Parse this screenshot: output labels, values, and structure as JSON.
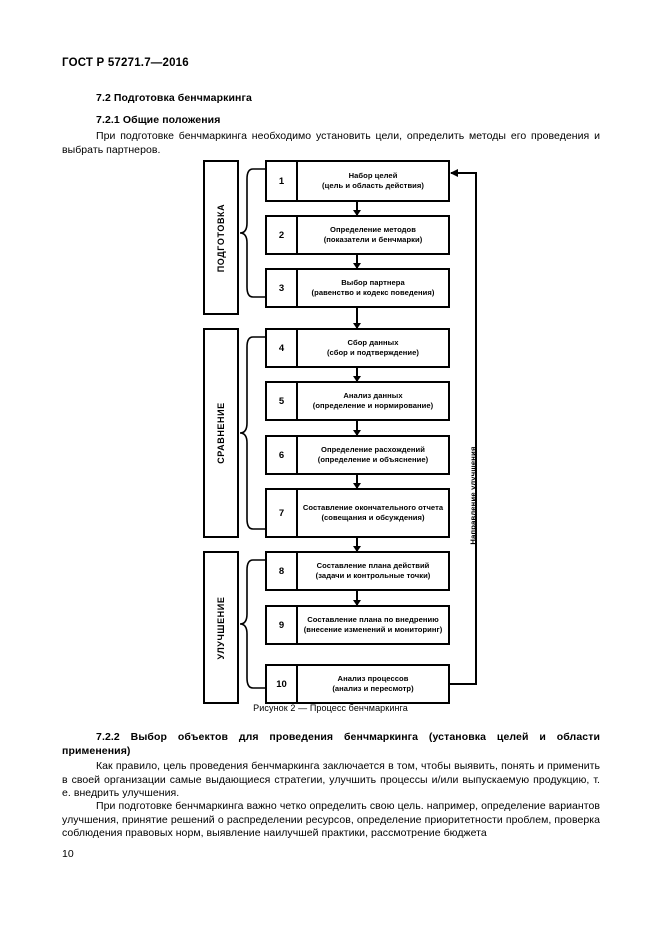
{
  "document": {
    "running_head": "ГОСТ Р 57271.7—2016",
    "page_number": "10"
  },
  "sections": {
    "s72_heading": "7.2 Подготовка бенчмаркинга",
    "s721_heading": "7.2.1 Общие положения",
    "s721_paragraph": "При подготовке бенчмаркинга необходимо установить цели, определить методы его проведения и выбрать партнеров.",
    "s722_heading": "7.2.2 Выбор объектов для проведения бенчмаркинга (установка целей и области применения)",
    "s722_paragraph_1": "Как правило, цель проведения бенчмаркинга заключается в том, чтобы выявить, понять и применить в своей организации самые выдающиеся стратегии, улучшить процессы и/или выпускаемую продукцию, т. е. внедрить улучшения.",
    "s722_paragraph_2": "При подготовке бенчмаркинга важно четко определить свою цель. например, определение вариантов улучшения, принятие решений о распределении ресурсов, определение приоритетности проблем, проверка соблюдения правовых норм, выявление наилучшей практики, рассмотрение бюджета"
  },
  "figure": {
    "caption": "Рисунок 2 — Процесс бенчмаркинга",
    "loop_label": "Направление улучшения",
    "phases": [
      {
        "id": "prep",
        "label": "ПОДГОТОВКА"
      },
      {
        "id": "comp",
        "label": "СРАВНЕНИЕ"
      },
      {
        "id": "impr",
        "label": "УЛУЧШЕНИЕ"
      }
    ],
    "steps": [
      {
        "num": "1",
        "title": "Набор целей",
        "detail": "(цель и область действия)"
      },
      {
        "num": "2",
        "title": "Определение методов",
        "detail": "(показатели и бенчмарки)"
      },
      {
        "num": "3",
        "title": "Выбор партнера",
        "detail": "(равенство и кодекс поведения)"
      },
      {
        "num": "4",
        "title": "Сбор данных",
        "detail": "(сбор и подтверждение)"
      },
      {
        "num": "5",
        "title": "Анализ данных",
        "detail": "(определение и нормирование)"
      },
      {
        "num": "6",
        "title": "Определение расхождений",
        "detail": "(определение и объяснение)"
      },
      {
        "num": "7",
        "title": "Составление окончательного отчета",
        "detail": "(совещания и обсуждения)"
      },
      {
        "num": "8",
        "title": "Составление плана действий",
        "detail": "(задачи и контрольные точки)"
      },
      {
        "num": "9",
        "title": "Составление плана по внедрению",
        "detail": "(внесение изменений и мониторинг)"
      },
      {
        "num": "10",
        "title": "Анализ процессов",
        "detail": "(анализ и пересмотр)"
      }
    ]
  }
}
